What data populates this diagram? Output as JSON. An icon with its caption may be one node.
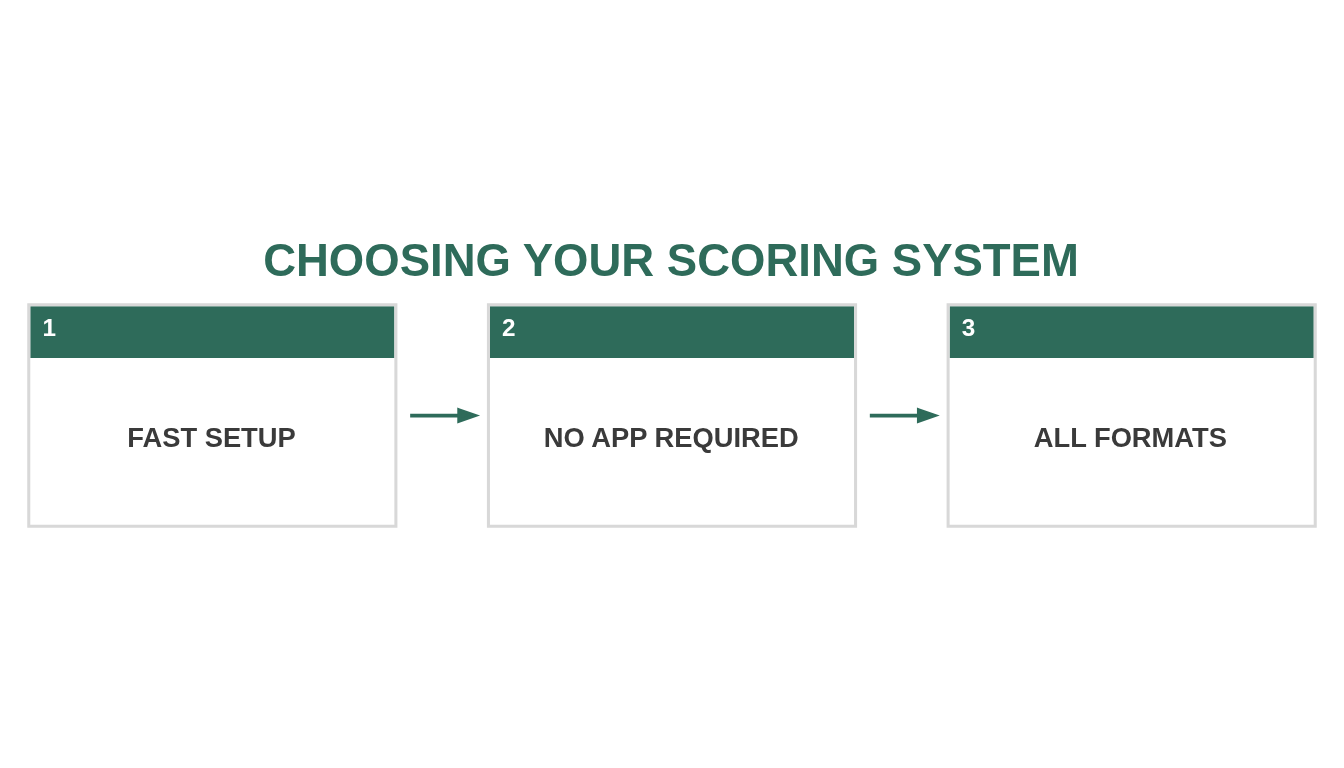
{
  "diagram": {
    "title": "CHOOSING YOUR SCORING SYSTEM",
    "nodes": [
      {
        "text": [
          "1",
          "FAST SETUP"
        ]
      },
      {
        "text": [
          "2",
          "NO APP REQUIRED"
        ]
      },
      {
        "text": [
          "3",
          "ALL FORMATS"
        ]
      }
    ],
    "edges": [
      {
        "from": 0,
        "to": 1,
        "arrow": "to"
      },
      {
        "from": 1,
        "to": 2,
        "arrow": "to"
      }
    ]
  }
}
